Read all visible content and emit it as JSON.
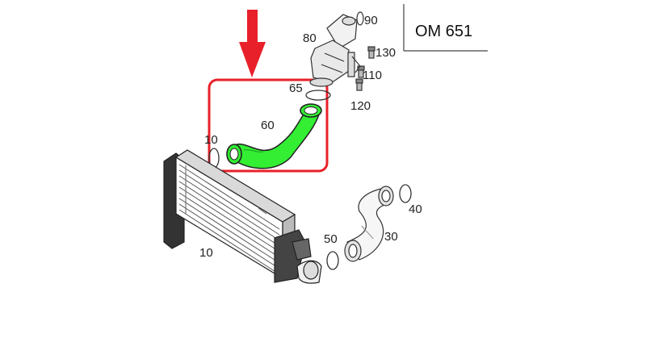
{
  "engine_code": "OM 651",
  "highlight_color": "#e8202a",
  "hose_color": "#33ee33",
  "callouts": {
    "part_10_top": "10",
    "part_10_main": "10",
    "part_30": "30",
    "part_40": "40",
    "part_50": "50",
    "part_60": "60",
    "part_65": "65",
    "part_80": "80",
    "part_90": "90",
    "part_110": "110",
    "part_120": "120",
    "part_130": "130"
  }
}
